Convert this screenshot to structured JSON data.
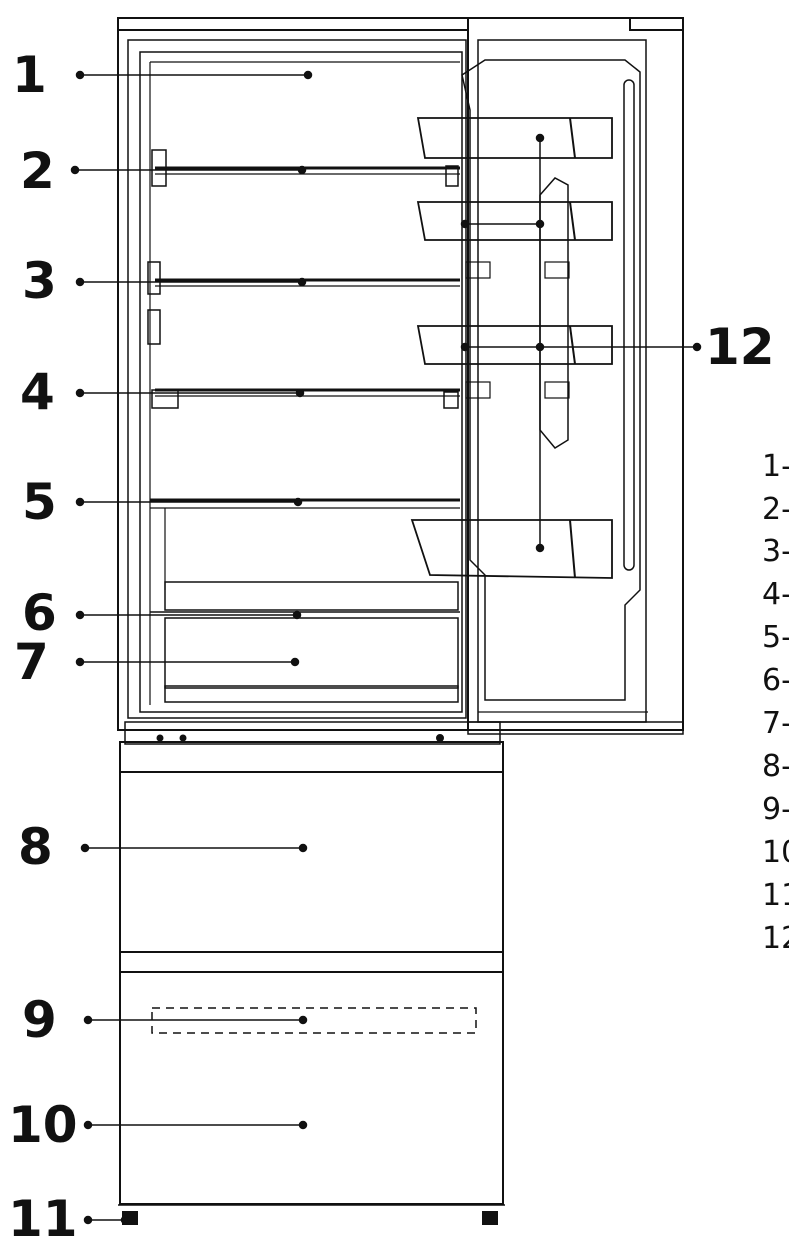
{
  "callouts": [
    "1",
    "2",
    "3",
    "4",
    "5",
    "6",
    "7",
    "8",
    "9",
    "10",
    "11",
    "12"
  ],
  "legend": [
    "1-",
    "2-",
    "3-",
    "4-",
    "5-",
    "6-",
    "7-",
    "8-",
    "9-",
    "10",
    "11",
    "12"
  ]
}
